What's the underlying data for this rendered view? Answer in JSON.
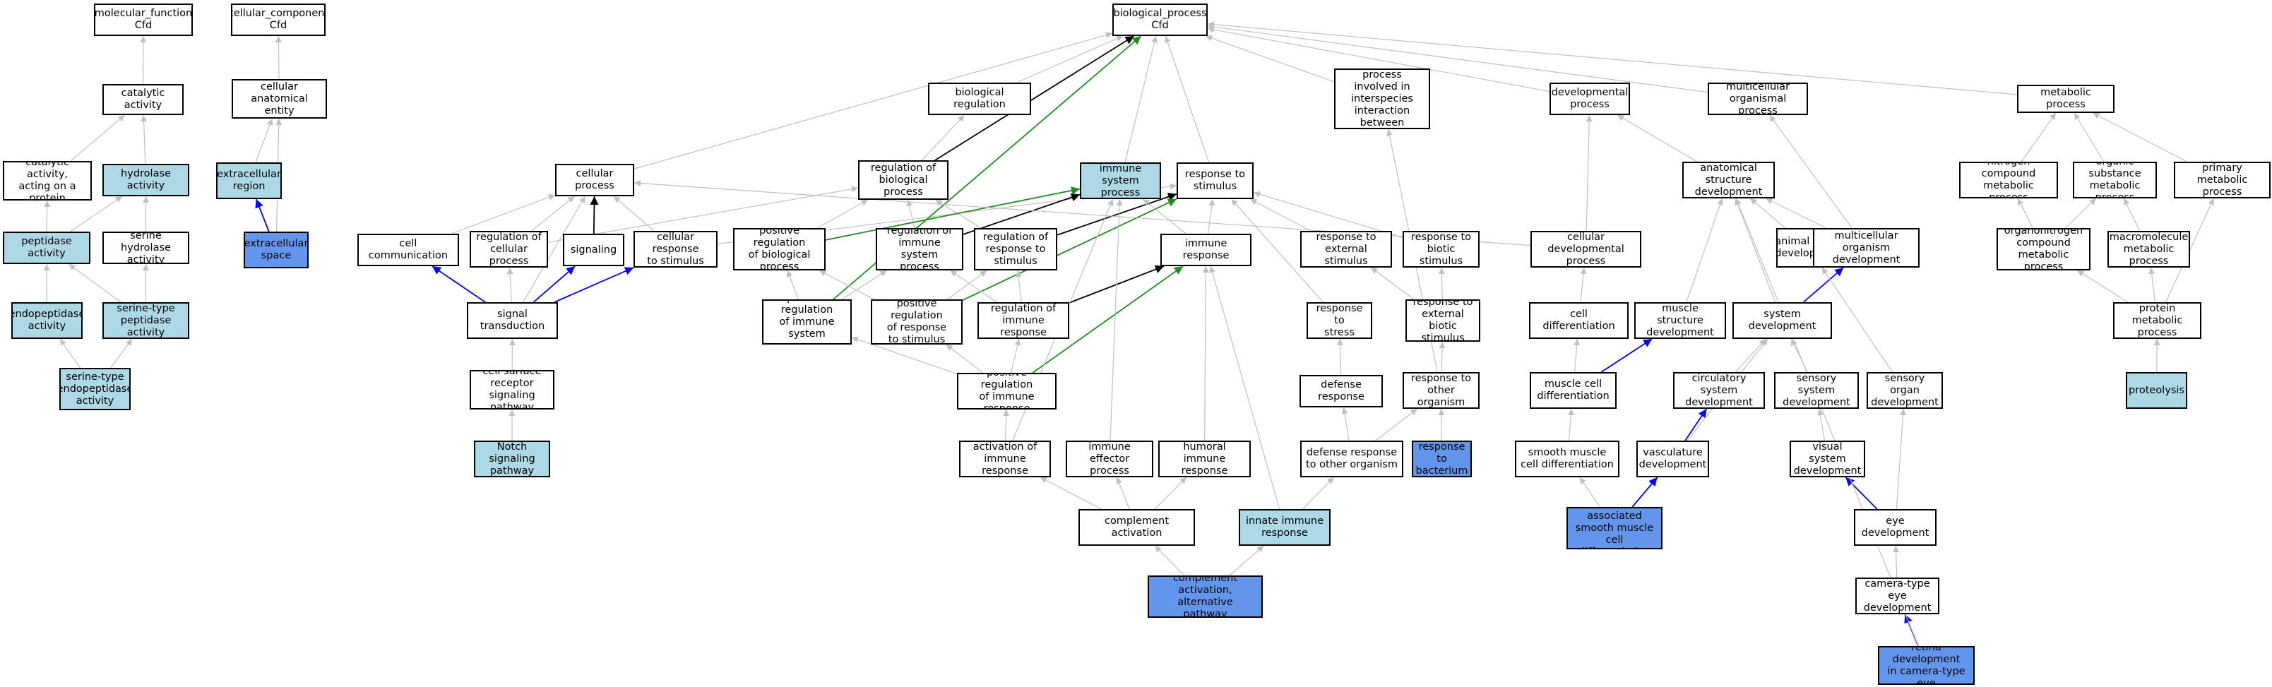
{
  "diagram": {
    "colors": {
      "gray": "#c0c0c0",
      "black": "#000000",
      "blue": "#0000ff",
      "green": "#228b22",
      "light": "#add8e6",
      "blue_fill": "#6495ed"
    },
    "nodes": [
      {
        "id": "mf",
        "label": "molecular_function\nCfd",
        "fill": "white"
      },
      {
        "id": "cc",
        "label": "cellular_component\nCfd",
        "fill": "white"
      },
      {
        "id": "bp",
        "label": "biological_process\nCfd",
        "fill": "white"
      },
      {
        "id": "catalytic",
        "label": "catalytic activity",
        "fill": "white"
      },
      {
        "id": "cae",
        "label": "cellular anatomical\nentity",
        "fill": "white"
      },
      {
        "id": "bioreg",
        "label": "biological regulation",
        "fill": "white"
      },
      {
        "id": "interspecies",
        "label": "biological process\ninvolved in\ninterspecies\ninteraction\nbetween organisms",
        "fill": "white"
      },
      {
        "id": "devproc",
        "label": "developmental\nprocess",
        "fill": "white"
      },
      {
        "id": "multicell",
        "label": "multicellular\norganismal process",
        "fill": "white"
      },
      {
        "id": "metabolic",
        "label": "metabolic process",
        "fill": "white"
      },
      {
        "id": "catprot",
        "label": "catalytic activity,\nacting on a\nprotein",
        "fill": "white"
      },
      {
        "id": "hydrolase",
        "label": "hydrolase activity",
        "fill": "light"
      },
      {
        "id": "extreg",
        "label": "extracellular\nregion",
        "fill": "light"
      },
      {
        "id": "cellproc",
        "label": "cellular process",
        "fill": "white"
      },
      {
        "id": "regbp",
        "label": "regulation of\nbiological process",
        "fill": "white"
      },
      {
        "id": "immsys",
        "label": "immune system\nprocess",
        "fill": "light"
      },
      {
        "id": "resp",
        "label": "response to\nstimulus",
        "fill": "white"
      },
      {
        "id": "asd",
        "label": "anatomical structure\ndevelopment",
        "fill": "white"
      },
      {
        "id": "ncmp",
        "label": "nitrogen compound\nmetabolic process",
        "fill": "white"
      },
      {
        "id": "osmp",
        "label": "organic substance\nmetabolic process",
        "fill": "white"
      },
      {
        "id": "pmp",
        "label": "primary metabolic\nprocess",
        "fill": "white"
      },
      {
        "id": "peptidase",
        "label": "peptidase activity",
        "fill": "light"
      },
      {
        "id": "serhyd",
        "label": "serine hydrolase\nactivity",
        "fill": "white"
      },
      {
        "id": "extspace",
        "label": "extracellular\nspace",
        "fill": "blue"
      },
      {
        "id": "cellcomm",
        "label": "cell communication",
        "fill": "white"
      },
      {
        "id": "regcp",
        "label": "regulation of\ncellular process",
        "fill": "white"
      },
      {
        "id": "signaling",
        "label": "signaling",
        "fill": "white"
      },
      {
        "id": "cellresp",
        "label": "cellular response\nto stimulus",
        "fill": "white"
      },
      {
        "id": "posregbp",
        "label": "positive regulation\nof biological\nprocess",
        "fill": "white"
      },
      {
        "id": "regims",
        "label": "regulation of\nimmune system\nprocess",
        "fill": "white"
      },
      {
        "id": "regresp",
        "label": "regulation of\nresponse to\nstimulus",
        "fill": "white"
      },
      {
        "id": "immresp",
        "label": "immune response",
        "fill": "white"
      },
      {
        "id": "respext",
        "label": "response to\nexternal stimulus",
        "fill": "white"
      },
      {
        "id": "respbio",
        "label": "response to\nbiotic stimulus",
        "fill": "white"
      },
      {
        "id": "celldevproc",
        "label": "cellular developmental\nprocess",
        "fill": "white"
      },
      {
        "id": "animorg",
        "label": "animal organ\ndevelopment",
        "fill": "white"
      },
      {
        "id": "mcod",
        "label": "multicellular\norganism development",
        "fill": "white"
      },
      {
        "id": "oncmp",
        "label": "organonitrogen\ncompound metabolic\nprocess",
        "fill": "white"
      },
      {
        "id": "macro",
        "label": "macromolecule\nmetabolic process",
        "fill": "white"
      },
      {
        "id": "endopep",
        "label": "endopeptidase\nactivity",
        "fill": "light"
      },
      {
        "id": "serpep",
        "label": "serine-type\npeptidase activity",
        "fill": "light"
      },
      {
        "id": "sigtrans",
        "label": "signal transduction",
        "fill": "white"
      },
      {
        "id": "posregims",
        "label": "positive regulation\nof immune system\nprocess",
        "fill": "white"
      },
      {
        "id": "posregresp",
        "label": "positive regulation\nof response\nto stimulus",
        "fill": "white"
      },
      {
        "id": "regimmresp",
        "label": "regulation of\nimmune response",
        "fill": "white"
      },
      {
        "id": "respstress",
        "label": "response to\nstress",
        "fill": "white"
      },
      {
        "id": "respextbio",
        "label": "response to\nexternal biotic\nstimulus",
        "fill": "white"
      },
      {
        "id": "celldiff",
        "label": "cell differentiation",
        "fill": "white"
      },
      {
        "id": "musdev",
        "label": "muscle structure\ndevelopment",
        "fill": "white"
      },
      {
        "id": "sysdev",
        "label": "system development",
        "fill": "white"
      },
      {
        "id": "protmet",
        "label": "protein metabolic\nprocess",
        "fill": "white"
      },
      {
        "id": "serendo",
        "label": "serine-type\nendopeptidase\nactivity",
        "fill": "light"
      },
      {
        "id": "csrsp",
        "label": "cell surface\nreceptor signaling\npathway",
        "fill": "white"
      },
      {
        "id": "posregimmresp",
        "label": "positive regulation\nof immune response",
        "fill": "white"
      },
      {
        "id": "defresp",
        "label": "defense response",
        "fill": "white"
      },
      {
        "id": "respother",
        "label": "response to\nother organism",
        "fill": "white"
      },
      {
        "id": "muscdiff",
        "label": "muscle cell\ndifferentiation",
        "fill": "white"
      },
      {
        "id": "circ",
        "label": "circulatory\nsystem development",
        "fill": "white"
      },
      {
        "id": "sensys",
        "label": "sensory system\ndevelopment",
        "fill": "white"
      },
      {
        "id": "sensorg",
        "label": "sensory organ\ndevelopment",
        "fill": "white"
      },
      {
        "id": "proteolysis",
        "label": "proteolysis",
        "fill": "light"
      },
      {
        "id": "notch",
        "label": "Notch signaling\npathway",
        "fill": "light"
      },
      {
        "id": "actimm",
        "label": "activation of\nimmune response",
        "fill": "white"
      },
      {
        "id": "imeff",
        "label": "immune effector\nprocess",
        "fill": "white"
      },
      {
        "id": "humoral",
        "label": "humoral immune\nresponse",
        "fill": "white"
      },
      {
        "id": "defother",
        "label": "defense response\nto other organism",
        "fill": "white"
      },
      {
        "id": "respbact",
        "label": "response to\nbacterium",
        "fill": "blue"
      },
      {
        "id": "smcd",
        "label": "smooth muscle\ncell differentiation",
        "fill": "white"
      },
      {
        "id": "vascdev",
        "label": "vasculature\ndevelopment",
        "fill": "white"
      },
      {
        "id": "vissys",
        "label": "visual system\ndevelopment",
        "fill": "white"
      },
      {
        "id": "vasm",
        "label": "vascular associated\nsmooth muscle\ncell differentiation",
        "fill": "blue"
      },
      {
        "id": "compact",
        "label": "complement activation",
        "fill": "white"
      },
      {
        "id": "innate",
        "label": "innate immune\nresponse",
        "fill": "light"
      },
      {
        "id": "eyedev",
        "label": "eye development",
        "fill": "white"
      },
      {
        "id": "compalt",
        "label": "complement activation,\nalternative\npathway",
        "fill": "blue"
      },
      {
        "id": "cameye",
        "label": "camera-type\neye development",
        "fill": "white"
      },
      {
        "id": "retina",
        "label": "retina development\nin camera-type\neye",
        "fill": "blue"
      }
    ],
    "edges": [
      [
        "catalytic",
        "mf",
        "gray"
      ],
      [
        "catprot",
        "catalytic",
        "gray"
      ],
      [
        "hydrolase",
        "catalytic",
        "gray"
      ],
      [
        "peptidase",
        "catprot",
        "gray"
      ],
      [
        "peptidase",
        "hydrolase",
        "gray"
      ],
      [
        "serhyd",
        "hydrolase",
        "gray"
      ],
      [
        "endopep",
        "peptidase",
        "gray"
      ],
      [
        "serpep",
        "peptidase",
        "gray"
      ],
      [
        "serpep",
        "serhyd",
        "gray"
      ],
      [
        "serendo",
        "endopep",
        "gray"
      ],
      [
        "serendo",
        "serpep",
        "gray"
      ],
      [
        "cae",
        "cc",
        "gray"
      ],
      [
        "extreg",
        "cae",
        "gray"
      ],
      [
        "extspace",
        "extreg",
        "blue"
      ],
      [
        "extspace",
        "cae",
        "gray"
      ],
      [
        "bioreg",
        "bp",
        "gray"
      ],
      [
        "cellproc",
        "bp",
        "gray"
      ],
      [
        "regbp",
        "bp",
        "black"
      ],
      [
        "regbp",
        "bioreg",
        "gray"
      ],
      [
        "immsys",
        "bp",
        "gray"
      ],
      [
        "resp",
        "bp",
        "gray"
      ],
      [
        "interspecies",
        "bp",
        "gray"
      ],
      [
        "devproc",
        "bp",
        "gray"
      ],
      [
        "multicell",
        "bp",
        "gray"
      ],
      [
        "metabolic",
        "bp",
        "gray"
      ],
      [
        "cellcomm",
        "cellproc",
        "gray"
      ],
      [
        "regcp",
        "cellproc",
        "gray"
      ],
      [
        "regcp",
        "regbp",
        "gray"
      ],
      [
        "signaling",
        "cellproc",
        "black"
      ],
      [
        "cellresp",
        "cellproc",
        "gray"
      ],
      [
        "cellresp",
        "resp",
        "gray"
      ],
      [
        "sigtrans",
        "cellcomm",
        "blue"
      ],
      [
        "sigtrans",
        "regcp",
        "gray"
      ],
      [
        "sigtrans",
        "signaling",
        "blue"
      ],
      [
        "sigtrans",
        "cellresp",
        "blue"
      ],
      [
        "sigtrans",
        "cellproc",
        "gray"
      ],
      [
        "csrsp",
        "sigtrans",
        "gray"
      ],
      [
        "notch",
        "csrsp",
        "gray"
      ],
      [
        "posregbp",
        "regbp",
        "gray"
      ],
      [
        "regims",
        "regbp",
        "gray"
      ],
      [
        "regims",
        "immsys",
        "black"
      ],
      [
        "regresp",
        "regbp",
        "gray"
      ],
      [
        "regresp",
        "resp",
        "black"
      ],
      [
        "posregims",
        "posregbp",
        "gray"
      ],
      [
        "posregims",
        "regims",
        "gray"
      ],
      [
        "posregims",
        "bp",
        "green"
      ],
      [
        "posregresp",
        "posregbp",
        "gray"
      ],
      [
        "posregresp",
        "regresp",
        "gray"
      ],
      [
        "posregresp",
        "resp",
        "green"
      ],
      [
        "regimmresp",
        "regims",
        "gray"
      ],
      [
        "regimmresp",
        "regresp",
        "gray"
      ],
      [
        "regimmresp",
        "immresp",
        "black"
      ],
      [
        "posregimmresp",
        "posregims",
        "gray"
      ],
      [
        "posregimmresp",
        "posregresp",
        "gray"
      ],
      [
        "posregimmresp",
        "regimmresp",
        "gray"
      ],
      [
        "posregimmresp",
        "immresp",
        "green"
      ],
      [
        "posregbp",
        "immsys",
        "green"
      ],
      [
        "immresp",
        "immsys",
        "gray"
      ],
      [
        "immresp",
        "resp",
        "gray"
      ],
      [
        "respext",
        "resp",
        "gray"
      ],
      [
        "respbio",
        "resp",
        "gray"
      ],
      [
        "respstress",
        "resp",
        "gray"
      ],
      [
        "respextbio",
        "respext",
        "gray"
      ],
      [
        "respextbio",
        "respbio",
        "gray"
      ],
      [
        "defresp",
        "respstress",
        "gray"
      ],
      [
        "respother",
        "respextbio",
        "gray"
      ],
      [
        "respother",
        "interspecies",
        "gray"
      ],
      [
        "defother",
        "defresp",
        "gray"
      ],
      [
        "defother",
        "respother",
        "gray"
      ],
      [
        "respbact",
        "respother",
        "gray"
      ],
      [
        "actimm",
        "posregimmresp",
        "gray"
      ],
      [
        "actimm",
        "immsys",
        "gray"
      ],
      [
        "imeff",
        "immsys",
        "gray"
      ],
      [
        "humoral",
        "immresp",
        "gray"
      ],
      [
        "compact",
        "actimm",
        "gray"
      ],
      [
        "compact",
        "imeff",
        "gray"
      ],
      [
        "compact",
        "humoral",
        "gray"
      ],
      [
        "innate",
        "immresp",
        "gray"
      ],
      [
        "innate",
        "defother",
        "gray"
      ],
      [
        "compalt",
        "compact",
        "gray"
      ],
      [
        "compalt",
        "innate",
        "gray"
      ],
      [
        "celldevproc",
        "devproc",
        "gray"
      ],
      [
        "celldevproc",
        "cellproc",
        "gray"
      ],
      [
        "asd",
        "devproc",
        "gray"
      ],
      [
        "animorg",
        "asd",
        "gray"
      ],
      [
        "mcod",
        "asd",
        "gray"
      ],
      [
        "mcod",
        "multicell",
        "gray"
      ],
      [
        "celldiff",
        "celldevproc",
        "gray"
      ],
      [
        "musdev",
        "asd",
        "gray"
      ],
      [
        "sysdev",
        "asd",
        "gray"
      ],
      [
        "sysdev",
        "mcod",
        "blue"
      ],
      [
        "muscdiff",
        "celldiff",
        "gray"
      ],
      [
        "muscdiff",
        "musdev",
        "blue"
      ],
      [
        "smcd",
        "muscdiff",
        "gray"
      ],
      [
        "vasm",
        "smcd",
        "gray"
      ],
      [
        "vasm",
        "vascdev",
        "blue"
      ],
      [
        "circ",
        "sysdev",
        "gray"
      ],
      [
        "vascdev",
        "circ",
        "blue"
      ],
      [
        "vascdev",
        "sysdev",
        "gray"
      ],
      [
        "sensys",
        "sysdev",
        "gray"
      ],
      [
        "sensorg",
        "animorg",
        "gray"
      ],
      [
        "vissys",
        "sensys",
        "gray"
      ],
      [
        "eyedev",
        "vissys",
        "blue"
      ],
      [
        "eyedev",
        "sensorg",
        "gray"
      ],
      [
        "cameye",
        "eyedev",
        "gray"
      ],
      [
        "retina",
        "cameye",
        "blue"
      ],
      [
        "retina",
        "asd",
        "gray"
      ],
      [
        "ncmp",
        "metabolic",
        "gray"
      ],
      [
        "osmp",
        "metabolic",
        "gray"
      ],
      [
        "pmp",
        "metabolic",
        "gray"
      ],
      [
        "oncmp",
        "ncmp",
        "gray"
      ],
      [
        "oncmp",
        "osmp",
        "gray"
      ],
      [
        "macro",
        "osmp",
        "gray"
      ],
      [
        "protmet",
        "oncmp",
        "gray"
      ],
      [
        "protmet",
        "macro",
        "gray"
      ],
      [
        "protmet",
        "pmp",
        "gray"
      ],
      [
        "proteolysis",
        "protmet",
        "gray"
      ]
    ]
  }
}
